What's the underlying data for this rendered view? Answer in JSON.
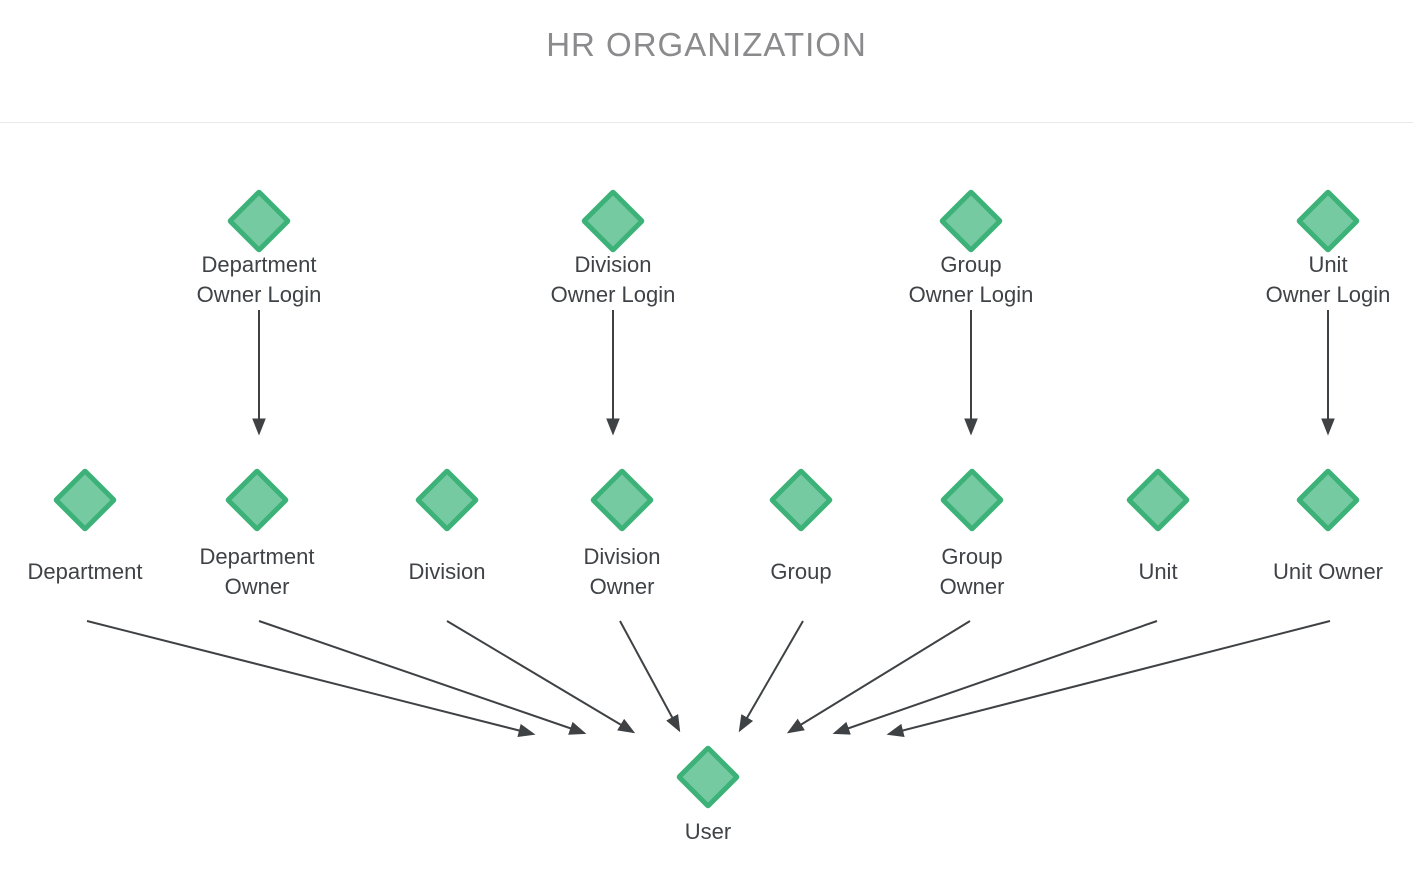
{
  "title": "HR ORGANIZATION",
  "colors": {
    "diamond_fill": "#75CAA1",
    "diamond_border": "#3DB278",
    "arrow": "#3F4245",
    "label_text": "#3F4347",
    "title_text": "#8B8B8D",
    "divider": "#E9E9E9",
    "background": "#FFFFFF"
  },
  "diagram": {
    "top_nodes": [
      {
        "id": "department-owner-login",
        "lines": [
          "Department",
          "Owner Login"
        ]
      },
      {
        "id": "division-owner-login",
        "lines": [
          "Division",
          "Owner Login"
        ]
      },
      {
        "id": "group-owner-login",
        "lines": [
          "Group",
          "Owner Login"
        ]
      },
      {
        "id": "unit-owner-login",
        "lines": [
          "Unit",
          "Owner Login"
        ]
      }
    ],
    "middle_nodes": [
      {
        "id": "department",
        "lines": [
          "Department"
        ]
      },
      {
        "id": "department-owner",
        "lines": [
          "Department",
          "Owner"
        ]
      },
      {
        "id": "division",
        "lines": [
          "Division"
        ]
      },
      {
        "id": "division-owner",
        "lines": [
          "Division",
          "Owner"
        ]
      },
      {
        "id": "group",
        "lines": [
          "Group"
        ]
      },
      {
        "id": "group-owner",
        "lines": [
          "Group",
          "Owner"
        ]
      },
      {
        "id": "unit",
        "lines": [
          "Unit"
        ]
      },
      {
        "id": "unit-owner",
        "lines": [
          "Unit Owner"
        ]
      }
    ],
    "bottom_node": {
      "id": "user",
      "lines": [
        "User"
      ]
    },
    "edges": [
      {
        "from": "Department Owner Login",
        "to": "Department Owner"
      },
      {
        "from": "Division Owner Login",
        "to": "Division Owner"
      },
      {
        "from": "Group Owner Login",
        "to": "Group Owner"
      },
      {
        "from": "Unit Owner Login",
        "to": "Unit Owner"
      },
      {
        "from": "Department",
        "to": "User"
      },
      {
        "from": "Department Owner",
        "to": "User"
      },
      {
        "from": "Division",
        "to": "User"
      },
      {
        "from": "Division Owner",
        "to": "User"
      },
      {
        "from": "Group",
        "to": "User"
      },
      {
        "from": "Group Owner",
        "to": "User"
      },
      {
        "from": "Unit",
        "to": "User"
      },
      {
        "from": "Unit Owner",
        "to": "User"
      }
    ]
  }
}
